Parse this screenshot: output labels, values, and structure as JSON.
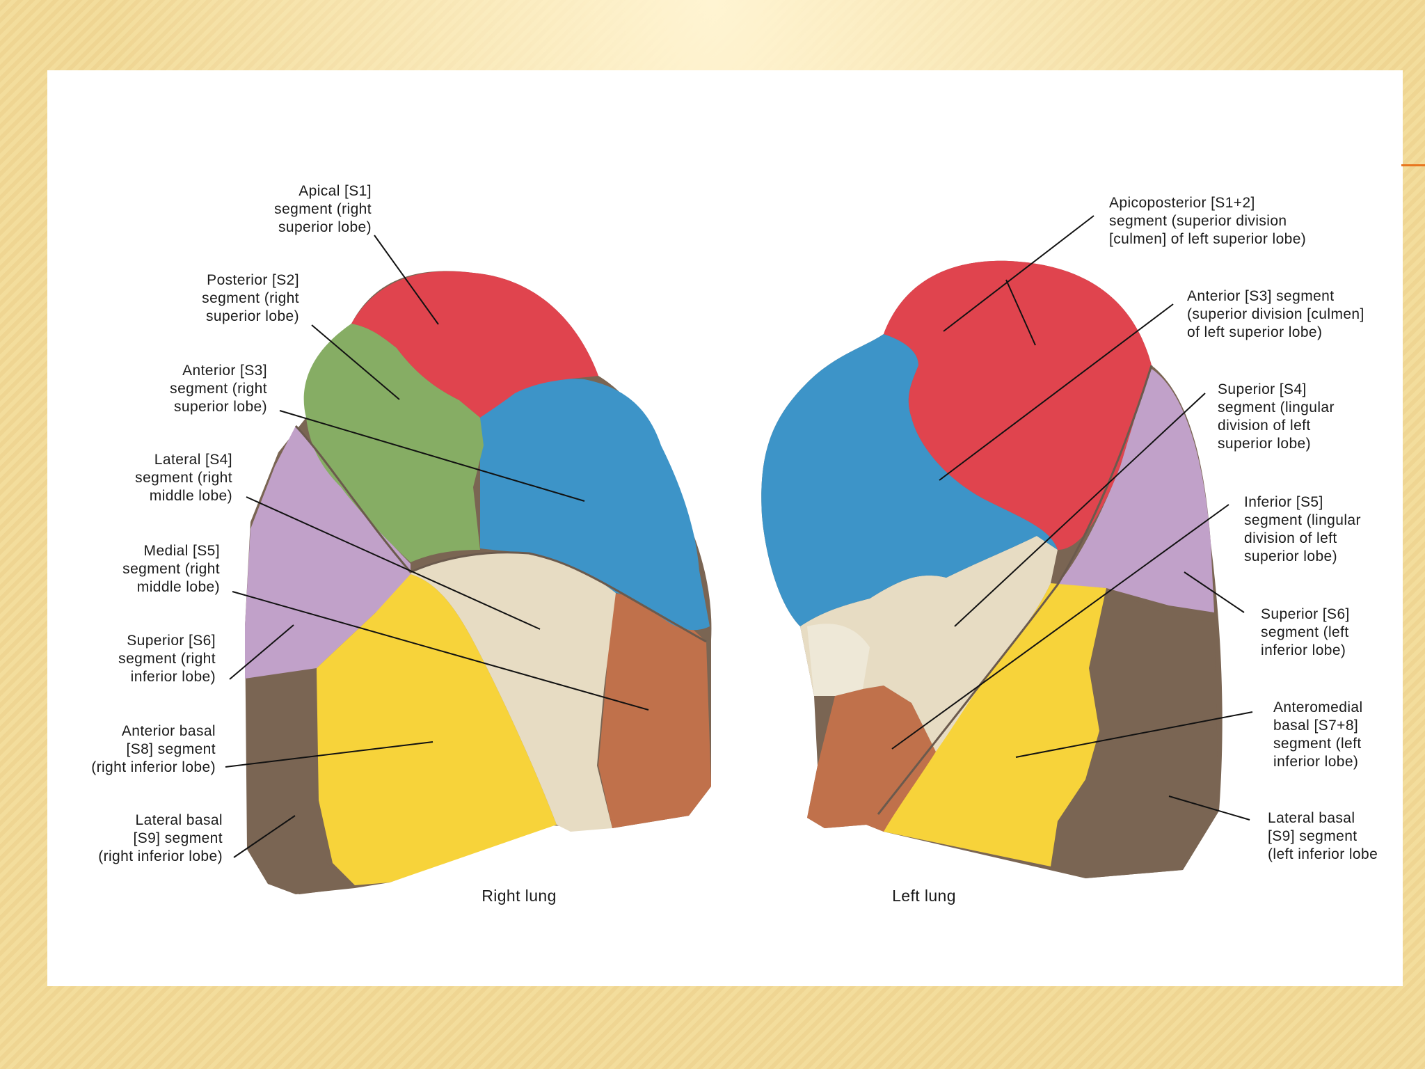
{
  "colors": {
    "apical_red": "#e0444e",
    "green": "#86ad64",
    "blue": "#3d94c8",
    "tan": "#e7dcc3",
    "brown_orange": "#c0714b",
    "yellow": "#f7d33a",
    "lilac": "#c1a1c9",
    "dark_brown": "#7a6553",
    "accent": "#e8761f"
  },
  "right_lung": {
    "title": "Right lung",
    "labels": [
      "Apical [S1]\nsegment (right\nsuperior lobe)",
      "Posterior [S2]\nsegment (right\nsuperior lobe)",
      "Anterior [S3]\nsegment (right\nsuperior lobe)",
      "Lateral [S4]\nsegment (right\nmiddle lobe)",
      "Medial [S5]\nsegment (right\nmiddle lobe)",
      "Superior [S6]\nsegment (right\ninferior lobe)",
      "Anterior  basal\n[S8] segment\n(right inferior lobe)",
      "Lateral basal\n[S9] segment\n(right inferior lobe)"
    ]
  },
  "left_lung": {
    "title": "Left lung",
    "labels": [
      "Apicoposterior [S1+2]\nsegment (superior division\n[culmen] of left superior lobe)",
      "Anterior [S3] segment\n(superior division [culmen]\nof left superior lobe)",
      "Superior [S4]\nsegment  (lingular\ndivision of left\nsuperior lobe)",
      "Inferior [S5]\nsegment  (lingular\ndivision of left\nsuperior lobe)",
      "Superior [S6]\nsegment (left\ninferior lobe)",
      "Anteromedial\nbasal [S7+8]\nsegment (left\ninferior lobe)",
      "Lateral basal\n[S9] segment\n(left inferior lobe"
    ]
  }
}
